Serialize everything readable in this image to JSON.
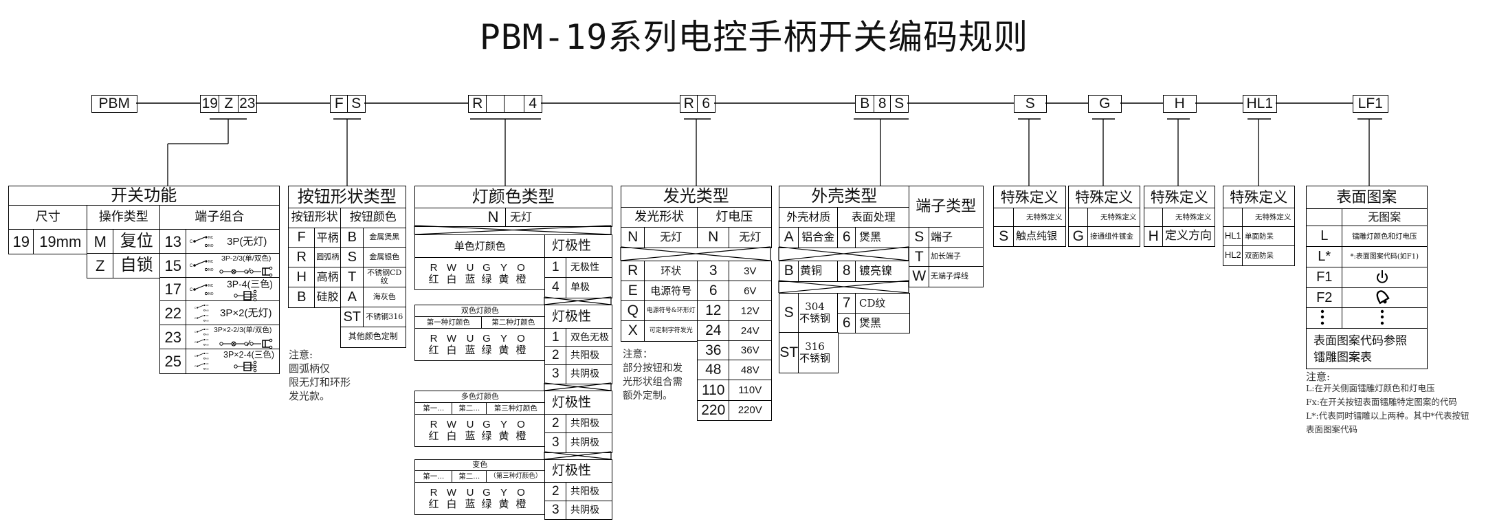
{
  "title": "PBM-19系列电控手柄开关编码规则",
  "code": {
    "series": "PBM",
    "size": "19",
    "operation": "Z",
    "terminal_combo": "23",
    "button_shape": "F",
    "button_color": "S",
    "light_color": "R",
    "light_color_2": "",
    "light_color_3": "",
    "light_polarity": "4",
    "glow_shape": "R",
    "glow_voltage": "6",
    "housing_material": "B",
    "housing_surface": "8",
    "terminal_type": "S",
    "special_1": "S",
    "special_2": "G",
    "special_3": "H",
    "special_4": "HL1",
    "pattern": "LF1"
  },
  "switch_function": {
    "title": "开关功能",
    "size_header": "尺寸",
    "operation_header": "操作类型",
    "terminal_header": "端子组合",
    "size": {
      "code": "19",
      "label": "19mm"
    },
    "operations": [
      {
        "code": "M",
        "label": "复位"
      },
      {
        "code": "Z",
        "label": "自锁"
      }
    ],
    "terminals": [
      {
        "code": "13",
        "label": "3P(无灯)"
      },
      {
        "code": "15",
        "label": "3P-2/3(单/双色)"
      },
      {
        "code": "17",
        "label": "3P-4(三色)"
      },
      {
        "code": "22",
        "label": "3P×2(无灯)"
      },
      {
        "code": "23",
        "label": "3P×2-2/3(单/双色)"
      },
      {
        "code": "25",
        "label": "3P×2-4(三色)"
      }
    ],
    "contact_labels": {
      "c": "C",
      "nc": "NC",
      "no": "NO"
    }
  },
  "button": {
    "title": "按钮形状类型",
    "shape_header": "按钮形状",
    "color_header": "按钮颜色",
    "shapes": [
      {
        "code": "F",
        "label": "平柄"
      },
      {
        "code": "R",
        "label": "圆弧柄"
      },
      {
        "code": "H",
        "label": "高柄"
      },
      {
        "code": "B",
        "label": "硅胶"
      }
    ],
    "colors": [
      {
        "code": "B",
        "label": "金属煲黑"
      },
      {
        "code": "S",
        "label": "金属银色"
      },
      {
        "code": "T",
        "label": "不锈钢CD纹"
      },
      {
        "code": "A",
        "label": "海灰色"
      },
      {
        "code": "ST",
        "label": "不锈钢316"
      }
    ],
    "custom": "其他颜色定制",
    "note": [
      "注意:",
      "圆弧柄仅",
      "限无灯和环形",
      "发光款。"
    ]
  },
  "light_color": {
    "title": "灯颜色类型",
    "none": {
      "code": "N",
      "label": "无灯"
    },
    "letters": [
      "R",
      "W",
      "U",
      "G",
      "Y",
      "O"
    ],
    "names": [
      "红",
      "白",
      "蓝",
      "绿",
      "黄",
      "橙"
    ],
    "polarity_header": "灯极性",
    "single": {
      "header": "单色灯颜色",
      "polarity": [
        {
          "code": "1",
          "label": "无极性"
        },
        {
          "code": "4",
          "label": "单极"
        }
      ]
    },
    "dual": {
      "header": "双色灯颜色",
      "sub": [
        "第一种灯颜色",
        "第二种灯颜色"
      ],
      "polarity": [
        {
          "code": "1",
          "label": "双色无极"
        },
        {
          "code": "2",
          "label": "共阳极"
        },
        {
          "code": "3",
          "label": "共阴极"
        }
      ]
    },
    "multi": {
      "header": "多色灯颜色",
      "sub": [
        "第一...",
        "第二...",
        "第三种灯颜色"
      ],
      "polarity": [
        {
          "code": "2",
          "label": "共阳极"
        },
        {
          "code": "3",
          "label": "共阴极"
        }
      ]
    },
    "change": {
      "header": "变色",
      "sub": [
        "第一...",
        "第二...",
        "（第三种灯颜色）"
      ],
      "polarity": [
        {
          "code": "2",
          "label": "共阳极"
        },
        {
          "code": "3",
          "label": "共阴极"
        }
      ]
    }
  },
  "glow": {
    "title": "发光类型",
    "shape_header": "发光形状",
    "voltage_header": "灯电压",
    "none_shape": {
      "code": "N",
      "label": "无灯"
    },
    "none_voltage": {
      "code": "N",
      "label": "无灯"
    },
    "shapes": [
      {
        "code": "R",
        "label": "环状"
      },
      {
        "code": "E",
        "label": "电源符号"
      },
      {
        "code": "Q",
        "label": "电源符号&环形灯"
      },
      {
        "code": "X",
        "label": "可定制字符发光"
      }
    ],
    "voltages": [
      {
        "code": "3",
        "label": "3V"
      },
      {
        "code": "6",
        "label": "6V"
      },
      {
        "code": "12",
        "label": "12V"
      },
      {
        "code": "24",
        "label": "24V"
      },
      {
        "code": "36",
        "label": "36V"
      },
      {
        "code": "48",
        "label": "48V"
      },
      {
        "code": "110",
        "label": "110V"
      },
      {
        "code": "220",
        "label": "220V"
      }
    ],
    "note": [
      "注意：",
      "部分按钮和发",
      "光形状组合需",
      "额外定制。"
    ]
  },
  "housing": {
    "title": "外壳类型",
    "material_header": "外壳材质",
    "surface_header": "表面处理",
    "materials": [
      {
        "code": "A",
        "label": "铝合金"
      },
      {
        "code": "B",
        "label": "黄铜"
      },
      {
        "code": "S",
        "label": "304\n不锈钢"
      },
      {
        "code": "ST",
        "label": "316\n不锈钢"
      }
    ],
    "surfaces": [
      {
        "code": "6",
        "label": "煲黑"
      },
      {
        "code": "8",
        "label": "镀亮镍"
      },
      {
        "code": "7",
        "label": "CD纹"
      },
      {
        "code": "6",
        "label": "煲黑"
      }
    ]
  },
  "terminal_type": {
    "title": "端子类型",
    "items": [
      {
        "code": "S",
        "label": "端子"
      },
      {
        "code": "T",
        "label": "加长端子"
      },
      {
        "code": "W",
        "label": "无端子焊线"
      }
    ]
  },
  "special": [
    {
      "title": "特殊定义",
      "none": "无特殊定义",
      "items": [
        {
          "code": "S",
          "label": "触点纯银"
        }
      ]
    },
    {
      "title": "特殊定义",
      "none": "无特殊定义",
      "items": [
        {
          "code": "G",
          "label": "接通组件镀金"
        }
      ]
    },
    {
      "title": "特殊定义",
      "none": "无特殊定义",
      "items": [
        {
          "code": "H",
          "label": "定义方向"
        }
      ]
    },
    {
      "title": "特殊定义",
      "none": "无特殊定义",
      "items": [
        {
          "code": "HL1",
          "label": "单面防呆"
        },
        {
          "code": "HL2",
          "label": "双面防呆"
        }
      ]
    }
  ],
  "pattern": {
    "title": "表面图案",
    "none": "无图案",
    "items": [
      {
        "code": "L",
        "label": "镭雕灯颜色和灯电压"
      },
      {
        "code": "L*",
        "label": "*:表面图案代码(如F1)"
      },
      {
        "code": "F1",
        "icon": "power-icon"
      },
      {
        "code": "F2",
        "icon": "bell-icon"
      }
    ],
    "reference": [
      "表面图案代码参照",
      "镭雕图案表"
    ],
    "note": [
      "注意:",
      "L:在开关侧面镭雕灯颜色和灯电压",
      "Fx:在开关按钮表面镭雕特定图案的代码",
      "L*:代表同时镭雕以上两种。其中*代表按钮",
      "表面图案代码"
    ]
  },
  "colors": {
    "line": "#000000",
    "text": "#111111",
    "note": "#333333",
    "background": "#ffffff"
  }
}
